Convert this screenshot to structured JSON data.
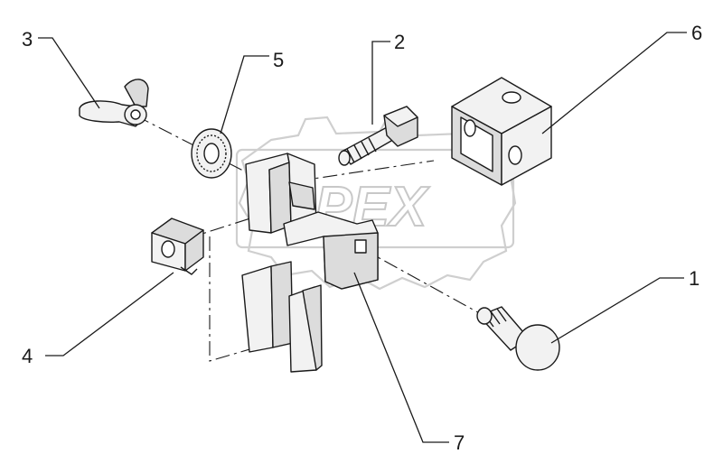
{
  "watermark": {
    "text": "OPEX"
  },
  "callouts": [
    {
      "id": "part-1",
      "label": "1"
    },
    {
      "id": "part-2",
      "label": "2"
    },
    {
      "id": "part-3",
      "label": "3"
    },
    {
      "id": "part-4",
      "label": "4"
    },
    {
      "id": "part-5",
      "label": "5"
    },
    {
      "id": "part-6",
      "label": "6"
    },
    {
      "id": "part-7",
      "label": "7"
    }
  ],
  "colors": {
    "line": "#1a1a1a",
    "fill_light": "#f2f2f2",
    "fill_mid": "#dcdcdc",
    "watermark": "#c8c8c8",
    "background": "#ffffff"
  }
}
